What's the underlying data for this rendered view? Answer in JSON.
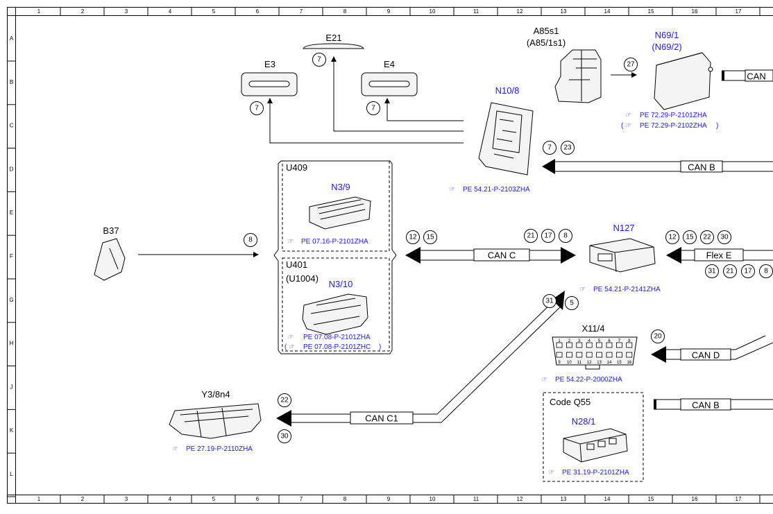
{
  "grid": {
    "columns": [
      "1",
      "2",
      "3",
      "4",
      "5",
      "6",
      "7",
      "8",
      "9",
      "10",
      "11",
      "12",
      "13",
      "14",
      "15",
      "16",
      "17"
    ],
    "rows": [
      "A",
      "B",
      "C",
      "D",
      "E",
      "F",
      "G",
      "H",
      "J",
      "K",
      "L"
    ]
  },
  "components": {
    "e21": "E21",
    "e3": "E3",
    "e4": "E4",
    "a85s1": "A85s1",
    "a85s1_alt": "(A85/1s1)",
    "n69_1": "N69/1",
    "n69_2": "(N69/2)",
    "n10_8": "N10/8",
    "u409": "U409",
    "n3_9": "N3/9",
    "u401": "U401",
    "u1004": "(U1004)",
    "n3_10": "N3/10",
    "b37": "B37",
    "n127": "N127",
    "x11_4": "X11/4",
    "y3_8n4": "Y3/8n4",
    "code_q55": "Code Q55",
    "n28_1": "N28/1"
  },
  "refs": {
    "n69_a": "PE 72.29-P-2101ZHA",
    "n69_b_open": "(",
    "n69_b": "PE 72.29-P-2102ZHA",
    "n69_b_close": ")",
    "n10_8": "PE 54.21-P-2103ZHA",
    "n3_9": "PE 07.16-P-2101ZHA",
    "n3_10_a": "PE 07.08-P-2101ZHA",
    "n3_10_b_open": "(",
    "n3_10_b": "PE 07.08-P-2101ZHC",
    "n3_10_b_close": ")",
    "n127": "PE 54.21-P-2141ZHA",
    "x11_4": "PE 54.22-P-2000ZHA",
    "y3_8n4": "PE 27.19-P-2110ZHA",
    "n28_1": "PE 31.19-P-2101ZHA"
  },
  "buses": {
    "can_top": "CAN",
    "can_b1": "CAN B",
    "can_c": "CAN C",
    "flex_e": "Flex E",
    "can_d": "CAN D",
    "can_b2": "CAN B",
    "can_c1": "CAN C1"
  },
  "circles": {
    "e21": "7",
    "e3": "7",
    "e4": "7",
    "a85": "27",
    "n10_a": "7",
    "n10_b": "23",
    "b37": "8",
    "canc_l1": "12",
    "canc_l2": "15",
    "canc_r1": "21",
    "canc_r2": "17",
    "canc_r3": "8",
    "n127_1": "12",
    "n127_2": "15",
    "n127_3": "22",
    "n127_4": "30",
    "n127_5": "31",
    "n127_6": "21",
    "n127_7": "17",
    "n127_8": "8",
    "diag_31": "31",
    "diag_5": "5",
    "x11": "20",
    "y3_22": "22",
    "y3_30": "30"
  },
  "x11_pins": {
    "top": [
      "1",
      "2",
      "3",
      "4",
      "5",
      "6",
      "7",
      "8"
    ],
    "bottom": [
      "9",
      "10",
      "11",
      "12",
      "13",
      "14",
      "15",
      "16"
    ]
  },
  "colors": {
    "accent": "#1a1aff",
    "line": "#000000"
  }
}
